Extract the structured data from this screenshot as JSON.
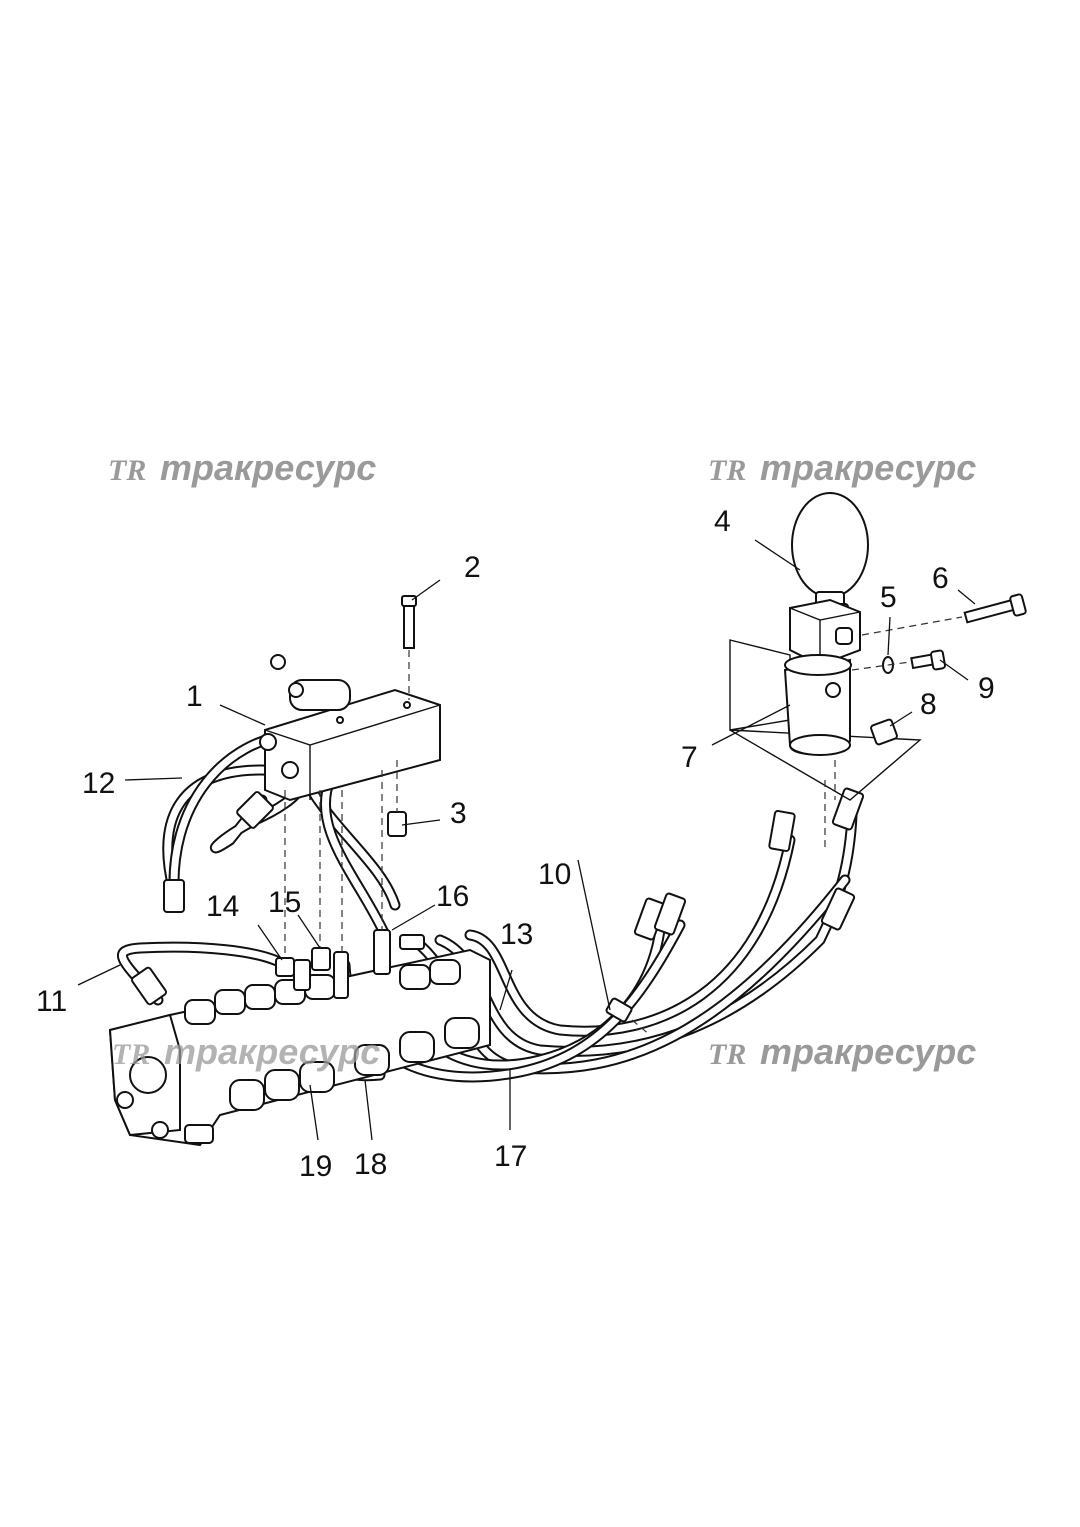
{
  "watermarks": [
    {
      "logo": "TR",
      "text": "тракресурс"
    },
    {
      "logo": "TR",
      "text": "тракресурс"
    },
    {
      "logo": "TR",
      "text": "тракресурс"
    },
    {
      "logo": "TR",
      "text": "тракресурс"
    }
  ],
  "callouts": [
    "1",
    "2",
    "3",
    "4",
    "5",
    "6",
    "7",
    "8",
    "9",
    "10",
    "11",
    "12",
    "13",
    "14",
    "15",
    "16",
    "17",
    "18",
    "19"
  ]
}
